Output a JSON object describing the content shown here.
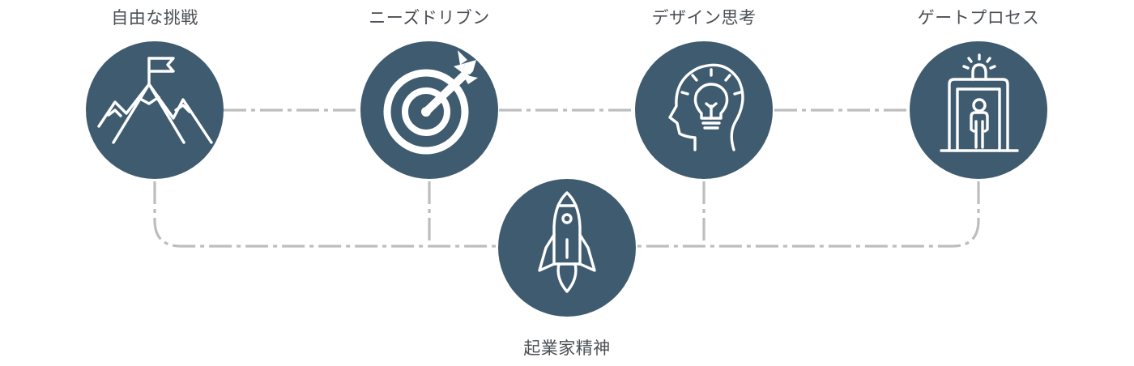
{
  "nodes": [
    {
      "id": "free-challenge",
      "label": "自由な挑戦",
      "icon": "mountain-flag-icon"
    },
    {
      "id": "needs-driven",
      "label": "ニーズドリブン",
      "icon": "target-arrow-icon"
    },
    {
      "id": "design-thinking",
      "label": "デザイン思考",
      "icon": "head-lightbulb-icon"
    },
    {
      "id": "gate-process",
      "label": "ゲートプロセス",
      "icon": "security-gate-icon"
    },
    {
      "id": "entrepreneurship",
      "label": "起業家精神",
      "icon": "rocket-icon"
    }
  ],
  "colors": {
    "node_fill": "#3f5b6f",
    "icon_stroke": "#ffffff",
    "connector": "#bdbdbd",
    "label_text": "#4a4f55"
  }
}
